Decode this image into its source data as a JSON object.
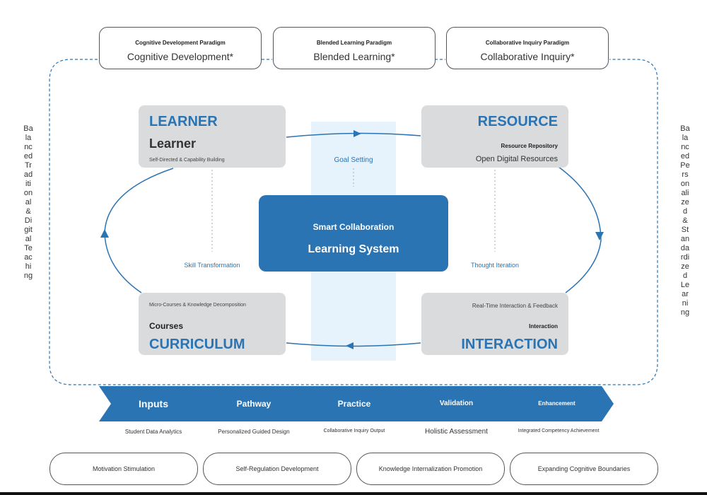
{
  "paradigms": [
    {
      "title": "Cognitive Development Paradigm",
      "sub": "Cognitive Development*"
    },
    {
      "title": "Blended Learning Paradigm",
      "sub": "Blended Learning*"
    },
    {
      "title": "Collaborative Inquiry Paradigm",
      "sub": "Collaborative Inquiry*"
    }
  ],
  "side_left": "Balanced Traditional & Digital Teaching",
  "side_right": "Balanced Personalized & Standardized Learning",
  "learner": {
    "caps": "LEARNER",
    "title": "Learner",
    "desc": "Self-Directed & Capability Building"
  },
  "resource": {
    "caps": "RESOURCE",
    "title": "Resource Repository",
    "desc": "Open Digital Resources"
  },
  "curriculum": {
    "top": "Micro-Courses & Knowledge Decomposition",
    "title": "Courses",
    "caps": "CURRICULUM"
  },
  "interaction": {
    "top": "Real-Time Interaction & Feedback",
    "title": "Interaction",
    "caps": "INTERACTION"
  },
  "center": {
    "line1": "Smart Collaboration",
    "line2": "Learning System"
  },
  "labels": {
    "goal": "Goal Setting",
    "skill": "Skill Transformation",
    "thought": "Thought Iteration"
  },
  "stages": [
    {
      "label": "Inputs",
      "desc": "Student Data Analytics"
    },
    {
      "label": "Pathway",
      "desc": "Personalized Guided Design"
    },
    {
      "label": "Practice",
      "desc": "Collaborative Inquiry Output"
    },
    {
      "label": "Validation",
      "desc": "Holistic Assessment"
    },
    {
      "label": "Enhancement",
      "desc": "Integrated Competency Achievement"
    }
  ],
  "outcomes": [
    "Motivation Stimulation",
    "Self-Regulation Development",
    "Knowledge Internalization Promotion",
    "Expanding Cognitive Boundaries"
  ],
  "colors": {
    "accent": "#2a74b4",
    "node_bg": "#d9dbdc",
    "band": "#e6f2fc"
  }
}
